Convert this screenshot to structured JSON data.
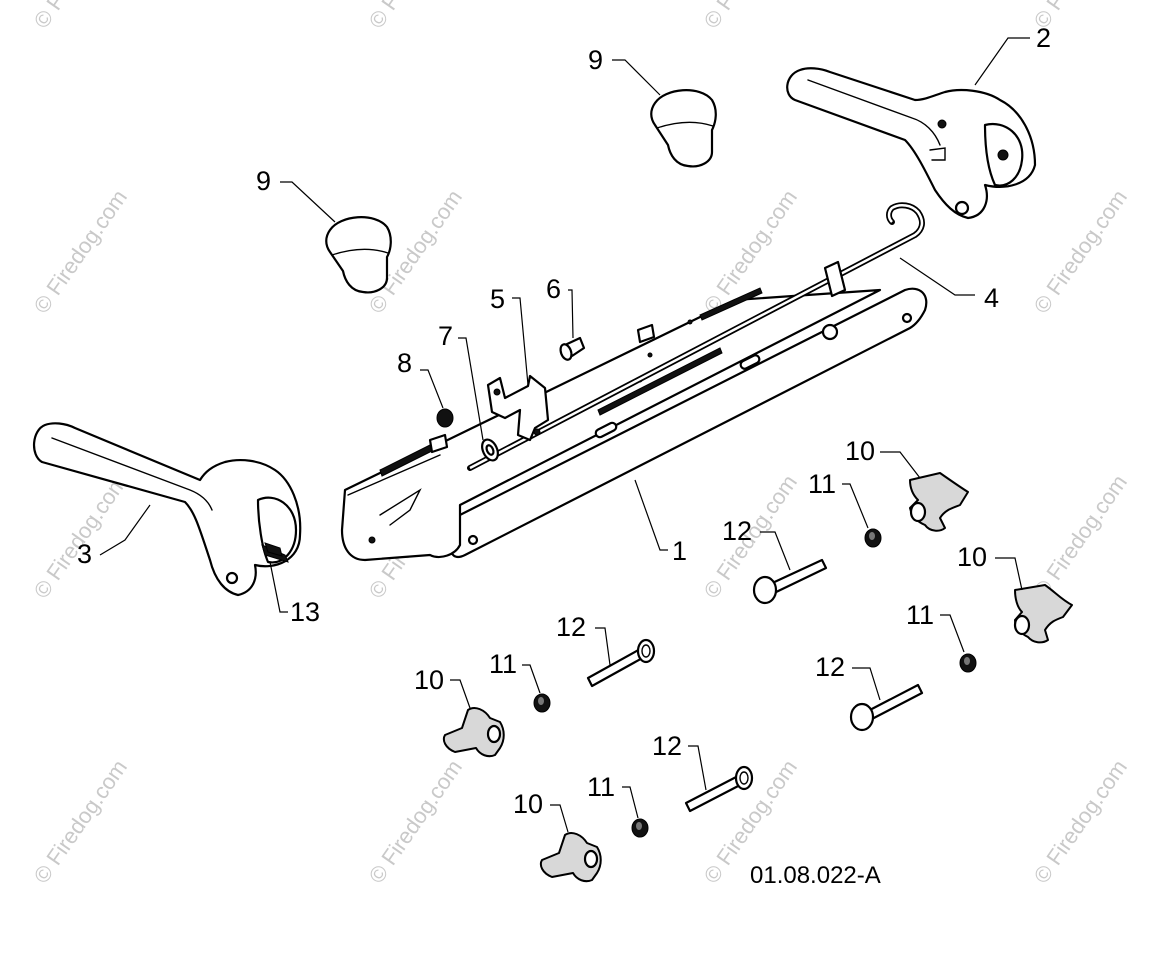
{
  "callouts": {
    "c1": "1",
    "c2": "2",
    "c3": "3",
    "c4": "4",
    "c5": "5",
    "c6": "6",
    "c7": "7",
    "c8": "8",
    "c9a": "9",
    "c9b": "9",
    "c10a": "10",
    "c10b": "10",
    "c10c": "10",
    "c10d": "10",
    "c11a": "11",
    "c11b": "11",
    "c11c": "11",
    "c11d": "11",
    "c12a": "12",
    "c12b": "12",
    "c12c": "12",
    "c12d": "12",
    "c13": "13"
  },
  "document_id": "01.08.022-A",
  "watermark": "© Firedog.com",
  "colors": {
    "line": "#000000",
    "background": "#ffffff",
    "watermark": "#c9c9c9"
  }
}
